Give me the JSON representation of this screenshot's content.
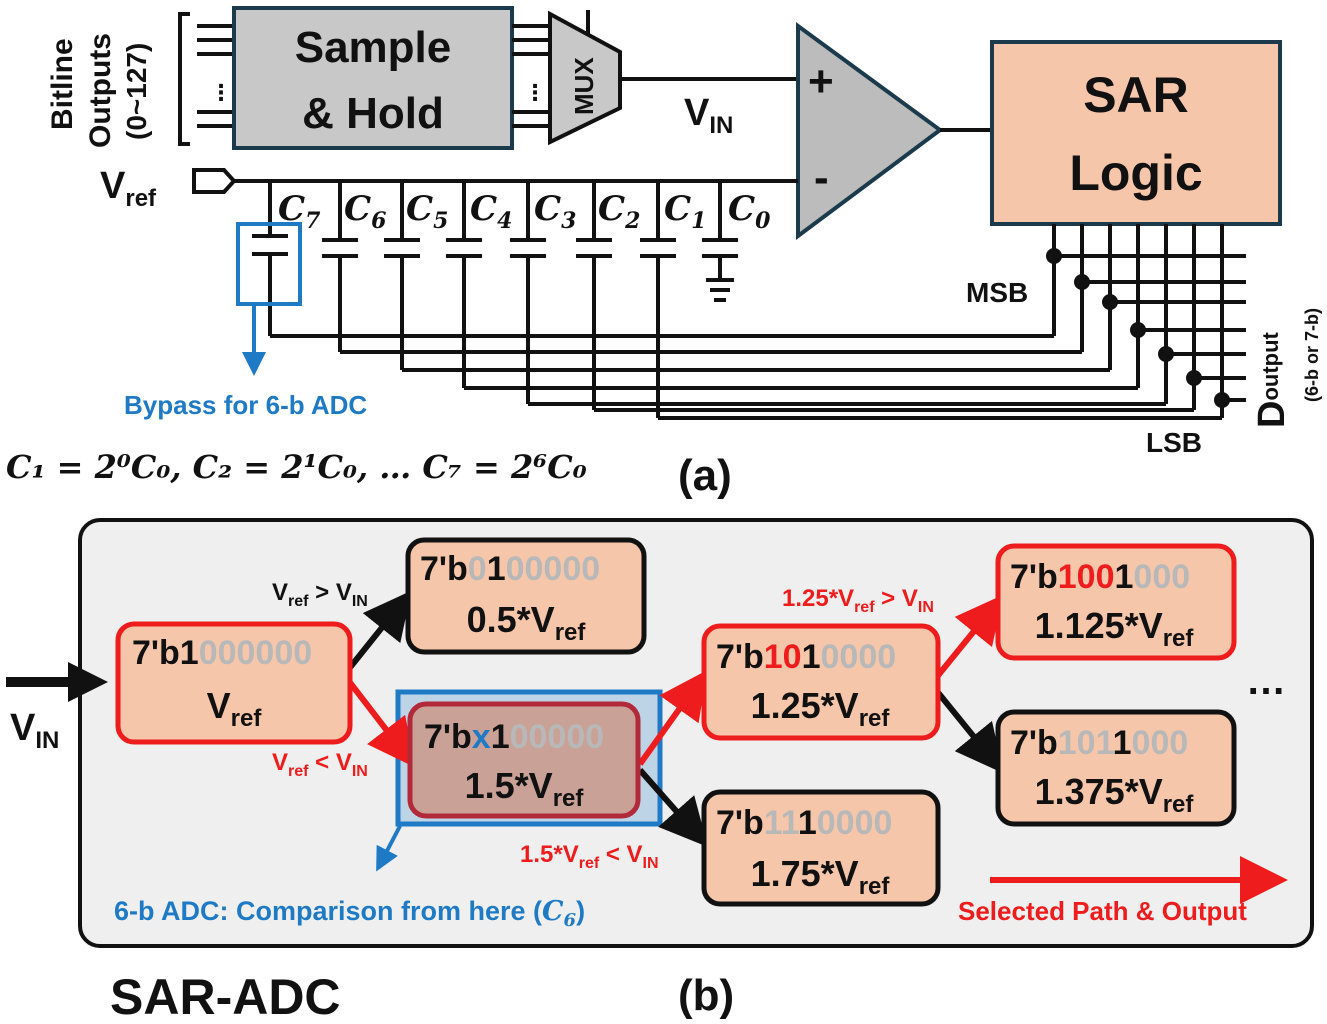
{
  "part_a": {
    "bitline_label_1": "Bitline",
    "bitline_label_2": "Outputs",
    "bitline_label_3": "(0~127)",
    "sample_hold_line1": "Sample",
    "sample_hold_line2": "& Hold",
    "mux_label": "MUX",
    "vin_label": "V",
    "vin_sub": "IN",
    "comparator_plus": "+",
    "comparator_minus": "-",
    "sar_line1": "SAR",
    "sar_line2": "Logic",
    "vref_label": "V",
    "vref_sub": "ref",
    "capacitors": [
      "7",
      "6",
      "5",
      "4",
      "3",
      "2",
      "1",
      "0"
    ],
    "cap_letter": "C",
    "msb_label": "MSB",
    "lsb_label": "LSB",
    "doutput_main": "D",
    "doutput_sub": "output",
    "doutput_note": "(6-b or 7-b)",
    "bypass_label": "Bypass for 6-b ADC",
    "equation": "C₁ = 2⁰C₀, C₂ = 2¹C₀, … C₇ = 2⁶C₀",
    "caption": "(a)",
    "colors": {
      "box_fill": "#f6c6ab",
      "sh_fill": "#c8c8c8",
      "comp_fill": "#bcbcbc",
      "box_stroke": "#1b3a4b",
      "blue": "#1f7ac6",
      "red": "#ee1c1c"
    }
  },
  "part_b": {
    "vin_label": "V",
    "vin_sub": "IN",
    "code_prefix": "7'b",
    "nodes": {
      "root": {
        "code_bold": "1",
        "code_rest": "000000",
        "value": "V",
        "value_sub": "ref"
      },
      "n05": {
        "code_a": "0",
        "code_b": "1",
        "code_rest": "00000",
        "value": "0.5*V",
        "value_sub": "ref"
      },
      "n15": {
        "code_x": "x",
        "code_b": "1",
        "code_rest": "00000",
        "value": "1.5*V",
        "value_sub": "ref"
      },
      "n125": {
        "code_a": "10",
        "code_b": "1",
        "code_rest": "0000",
        "value": "1.25*V",
        "value_sub": "ref"
      },
      "n175": {
        "code_a": "11",
        "code_b": "1",
        "code_rest": "0000",
        "value": "1.75*V",
        "value_sub": "ref"
      },
      "n1125": {
        "code_a": "100",
        "code_b": "1",
        "code_rest": "000",
        "value": "1.125*V",
        "value_sub": "ref"
      },
      "n1375": {
        "code_a": "101",
        "code_b": "1",
        "code_rest": "000",
        "value": "1.375*V",
        "value_sub": "ref"
      }
    },
    "conditions": {
      "c1_a": "V",
      "c1_a_sub": "ref",
      "c1_op": " > V",
      "c1_b_sub": "IN",
      "c2_a": "V",
      "c2_a_sub": "ref",
      "c2_op": " < V",
      "c2_b_sub": "IN",
      "c3_a": "1.25*V",
      "c3_a_sub": "ref",
      "c3_op": " > V",
      "c3_b_sub": "IN",
      "c4_a": "1.5*V",
      "c4_a_sub": "ref",
      "c4_op": " < V",
      "c4_b_sub": "IN"
    },
    "ellipsis": "…",
    "six_bit_note": "6-b ADC: Comparison from here (",
    "six_bit_cap": "C",
    "six_bit_cap_sub": "6",
    "six_bit_close": ")",
    "selected_path_label": "Selected Path & Output",
    "title": "SAR-ADC",
    "caption": "(b)"
  }
}
